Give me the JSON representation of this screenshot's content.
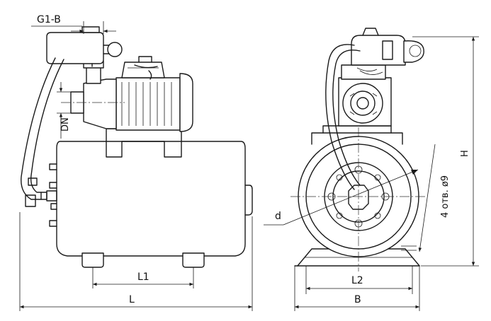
{
  "dimensions": {
    "g1b": "G1-B",
    "dn": "DN",
    "l1": "L1",
    "l": "L",
    "d": "d",
    "holes": "4 отв. ø9",
    "h": "H",
    "l2": "L2",
    "b": "B"
  }
}
